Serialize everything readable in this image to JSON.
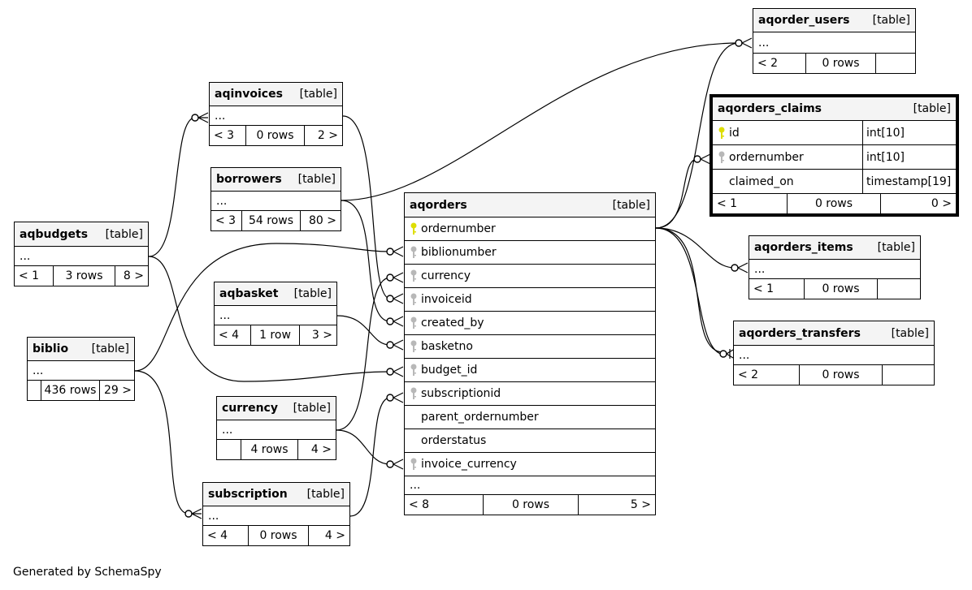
{
  "footer": {
    "credit": "Generated by SchemaSpy"
  },
  "colors": {
    "pk_key": "#dede00",
    "fk_key": "#b8b8b8",
    "header_bg": "#f4f4f4",
    "line": "#000000"
  },
  "tables": {
    "aqorder_users": {
      "name": "aqorder_users",
      "tag": "[table]",
      "cols": [
        "..."
      ],
      "foot": [
        "< 2",
        "0 rows",
        ""
      ]
    },
    "aqinvoices": {
      "name": "aqinvoices",
      "tag": "[table]",
      "cols": [
        "..."
      ],
      "foot": [
        "< 3",
        "0 rows",
        "2 >"
      ]
    },
    "borrowers": {
      "name": "borrowers",
      "tag": "[table]",
      "cols": [
        "..."
      ],
      "foot": [
        "< 3",
        "54 rows",
        "80 >"
      ]
    },
    "aqbudgets": {
      "name": "aqbudgets",
      "tag": "[table]",
      "cols": [
        "..."
      ],
      "foot": [
        "< 1",
        "3 rows",
        "8 >"
      ]
    },
    "aqbasket": {
      "name": "aqbasket",
      "tag": "[table]",
      "cols": [
        "..."
      ],
      "foot": [
        "< 4",
        "1 row",
        "3 >"
      ]
    },
    "biblio": {
      "name": "biblio",
      "tag": "[table]",
      "cols": [
        "..."
      ],
      "foot": [
        "",
        "436 rows",
        "29 >"
      ]
    },
    "currency": {
      "name": "currency",
      "tag": "[table]",
      "cols": [
        "..."
      ],
      "foot": [
        "",
        "4 rows",
        "4 >"
      ]
    },
    "subscription": {
      "name": "subscription",
      "tag": "[table]",
      "cols": [
        "..."
      ],
      "foot": [
        "< 4",
        "0 rows",
        "4 >"
      ]
    },
    "aqorders": {
      "name": "aqorders",
      "tag": "[table]",
      "cols": [
        "ordernumber",
        "biblionumber",
        "currency",
        "invoiceid",
        "created_by",
        "basketno",
        "budget_id",
        "subscriptionid",
        "parent_ordernumber",
        "orderstatus",
        "invoice_currency",
        "..."
      ],
      "foot": [
        "< 8",
        "0 rows",
        "5 >"
      ]
    },
    "aqorders_claims": {
      "name": "aqorders_claims",
      "tag": "[table]",
      "cols": [
        {
          "name": "id",
          "type": "int[10]"
        },
        {
          "name": "ordernumber",
          "type": "int[10]"
        },
        {
          "name": "claimed_on",
          "type": "timestamp[19]"
        }
      ],
      "foot": [
        "< 1",
        "0 rows",
        "0 >"
      ]
    },
    "aqorders_items": {
      "name": "aqorders_items",
      "tag": "[table]",
      "cols": [
        "..."
      ],
      "foot": [
        "< 1",
        "0 rows",
        ""
      ]
    },
    "aqorders_transfers": {
      "name": "aqorders_transfers",
      "tag": "[table]",
      "cols": [
        "..."
      ],
      "foot": [
        "< 2",
        "0 rows",
        ""
      ]
    }
  }
}
